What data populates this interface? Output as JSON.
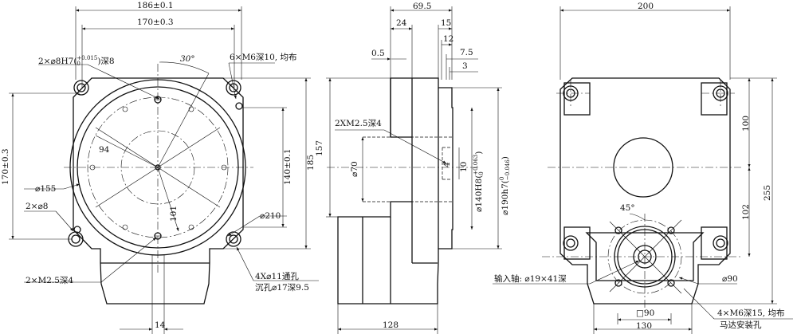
{
  "front_view": {
    "dim_186": "186±0.1",
    "dim_170_top": "170±0.3",
    "hole_2xd8h7": "2×⌀8H7(",
    "hole_2xd8h7_tol_upper": "+0.015",
    "hole_2xd8h7_tol_lower": "0",
    "hole_2xd8h7_tail": ")深8",
    "angle_30": "30°",
    "thread_6xm6": "6×M6深10, 均布",
    "dim_94": "94",
    "dim_170_left": "170±0.3",
    "dim_140": "140±0.1",
    "dim_185": "185",
    "dia_155": "⌀155",
    "dim_2xd8": "2×⌀8",
    "dim_101": "101",
    "dia_210": "⌀210",
    "thread_2xm25": "2×M2.5深4",
    "hole_4x11": "4X⌀11通孔",
    "counterbore": "沉孔⌀17深9.5",
    "dim_14": "14"
  },
  "side_view": {
    "dim_69_5": "69.5",
    "dim_24": "24",
    "dim_15": "15",
    "dim_12": "12",
    "dim_0_5": "0.5",
    "dim_7_5": "7.5",
    "dim_3": "3",
    "dim_157": "157",
    "thread_2xm25": "2XM2.5深4",
    "dia_70": "⌀70",
    "dim_4": "4",
    "dim_10": "10",
    "dia_140h8": "⌀140H8(",
    "dia_140h8_upper": "+0.063",
    "dia_140h8_lower": "0",
    "dia_190h7": "⌀190h7(",
    "dia_190h7_upper": "0",
    "dia_190h7_lower": "−0.046",
    "dim_128": "128"
  },
  "back_view": {
    "dim_200": "200",
    "dim_100": "100",
    "dim_255": "255",
    "dim_102": "102",
    "angle_45": "45°",
    "input_shaft": "输入轴: ⌀19×41深",
    "dia_90": "⌀90",
    "thread_4xm6": "4×M6深15, 均布",
    "motor_holes": "马达安装孔",
    "square_90": "□90",
    "dim_130": "130"
  }
}
